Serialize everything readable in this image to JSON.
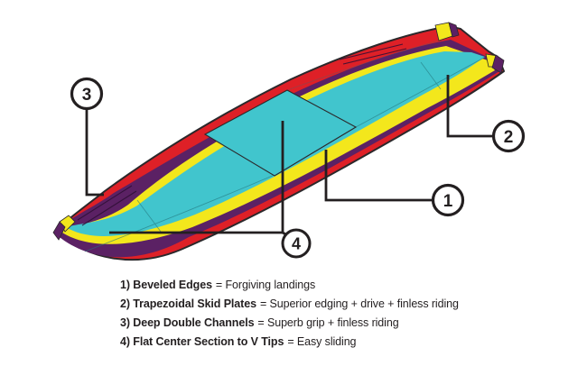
{
  "legend": {
    "items": [
      {
        "num": "1",
        "label": "1) Beveled Edges",
        "desc": "= Forgiving landings"
      },
      {
        "num": "2",
        "label": "2) Trapezoidal Skid Plates",
        "desc": "= Superior edging + drive + finless riding"
      },
      {
        "num": "3",
        "label": "3) Deep Double Channels",
        "desc": "= Superb grip + finless riding"
      },
      {
        "num": "4",
        "label": "4) Flat Center Section to V Tips",
        "desc": "= Easy sliding"
      }
    ]
  },
  "colors": {
    "rail_red": "#de2027",
    "plate_purple": "#5b2164",
    "stripe_yellow": "#f3e71c",
    "deck_cyan": "#41c5cd",
    "outline": "#2b282b",
    "text": "#231f20",
    "background": "#ffffff"
  }
}
